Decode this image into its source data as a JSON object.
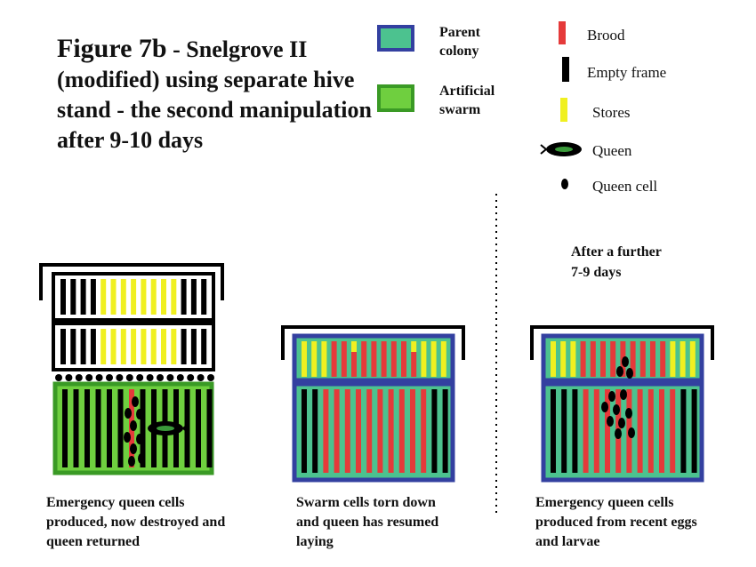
{
  "title": {
    "prefix": "Figure 7b",
    "rest": " - Snelgrove II (modified) using separate hive stand - the second manipulation after 9-10 days"
  },
  "legend": {
    "parent_colony": "Parent colony",
    "artificial_swarm": "Artificial swarm",
    "brood": "Brood",
    "empty_frame": "Empty frame",
    "stores": "Stores",
    "queen": "Queen",
    "queen_cell": "Queen cell"
  },
  "note": "After a further 7-9 days",
  "captions": {
    "left": "Emergency queen cells produced, now destroyed and queen returned",
    "middle": "Swarm cells torn down and queen has resumed laying",
    "right": "Emergency queen cells produced from recent eggs and larvae"
  },
  "colors": {
    "parent_colony": "#4cc28f",
    "parent_border": "#3340a0",
    "artificial_swarm": "#6fcf3f",
    "swarm_border": "#3a9a25",
    "brood": "#e53a3a",
    "empty_frame": "#000000",
    "stores": "#f0f020"
  }
}
